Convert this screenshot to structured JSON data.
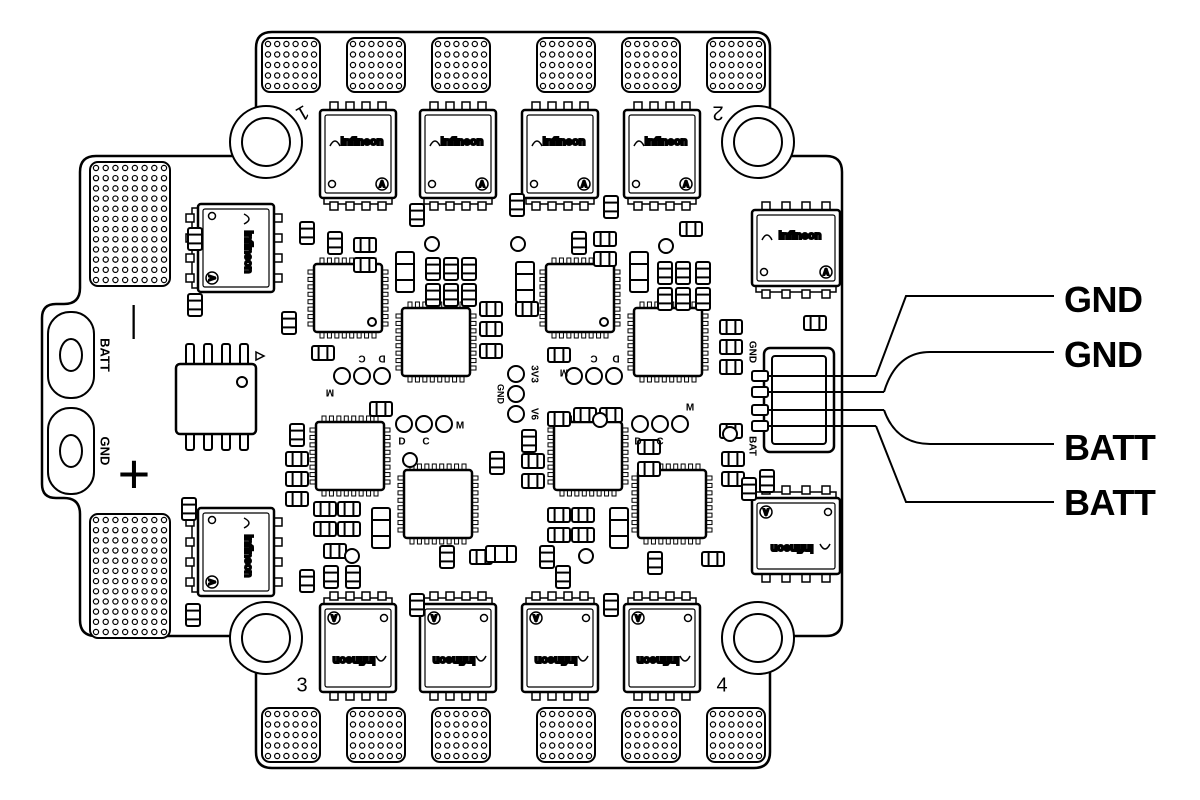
{
  "colors": {
    "ink": "#000000",
    "paper": "#ffffff",
    "chip_fill": "#f2f2f2"
  },
  "brand_text": "infineon",
  "corner_numbers": [
    "1",
    "2",
    "3",
    "4"
  ],
  "batt_pad_labels": {
    "batt": "BATT",
    "gnd": "GND"
  },
  "polarity_signs": {
    "minus": "—",
    "plus": "+"
  },
  "pin_labels": {
    "c": "C",
    "d": "D",
    "m": "M"
  },
  "center_labels": {
    "v3": "3V3",
    "gnd": "GND",
    "v6": "V6"
  },
  "connector_labels": {
    "gnd": "GND",
    "bat": "BAT"
  },
  "callouts": [
    "GND",
    "GND",
    "BATT",
    "BATT"
  ]
}
